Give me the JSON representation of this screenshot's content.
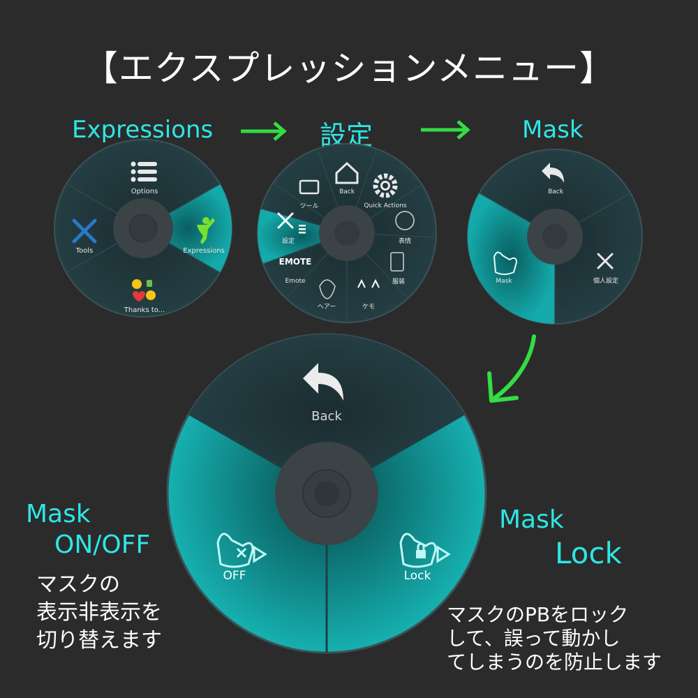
{
  "title": "【エクスプレッションメニュー】",
  "steps": {
    "s1": "Expressions",
    "s2": "設定",
    "s3": "Mask"
  },
  "menu_root": {
    "options": "Options",
    "tools": "Tools",
    "expressions": "Expressions",
    "thanks": "Thanks to..."
  },
  "menu_settings": {
    "back": "Back",
    "quick": "Quick Actions",
    "tool": "ツール",
    "settei": "設定",
    "hyojo": "表情",
    "emote_word": "EMOTE",
    "emote": "Emote",
    "fukuso": "服装",
    "hair": "ヘアー",
    "kemo": "ケモ"
  },
  "menu_mask": {
    "back": "Back",
    "mask": "Mask",
    "kojin": "個人設定"
  },
  "menu_big": {
    "back": "Back",
    "off": "OFF",
    "lock": "Lock"
  },
  "left_label": {
    "l1": "Mask",
    "l2": "ON/OFF"
  },
  "left_note": {
    "n1": "マスクの",
    "n2": "表示非表示を",
    "n3": "切り替えます"
  },
  "right_label": {
    "l1": "Mask",
    "l2": "Lock"
  },
  "right_note": {
    "n1": "マスクのPBをロック",
    "n2": "して、誤って動かし",
    "n3": "てしまうのを防止します"
  },
  "colors": {
    "background": "#2b2b2b",
    "accent": "#2ee6e6",
    "arrow": "#33dd44",
    "teal": "#0e9a9a",
    "dark": "#1d3438"
  }
}
